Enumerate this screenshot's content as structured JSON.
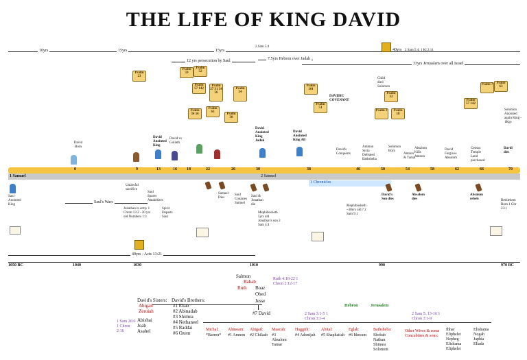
{
  "title": "THE LIFE OF KING DAVID",
  "top_spans": {
    "span1": "10yrs",
    "span2": "15yrs",
    "span3": "15yrs",
    "persecution": "12 yrs persecution by Saul",
    "hebron": "7.5yrs Hebron over Judah",
    "samuel_ref": "2 Sam 5:4",
    "forty": "40yrs",
    "forty_ref": "2 Sam 5:4; 1 Ki 2:11",
    "jerusalem": "33yrs Jerusalem over all Israel"
  },
  "psalms": [
    "Psalm 23",
    "Psalm 59",
    "Psalm 52",
    "Psalm 57 142",
    "Psalm 27 31 34 56",
    "Psalm 54",
    "Psalm 34 56",
    "Psalm 63",
    "Psalm 30",
    "Psalm 101",
    "Psalm 51",
    "Psalm 32",
    "Psalm 3",
    "Psalm 18",
    "Psalm 7",
    "Psalm 63"
  ],
  "ages": [
    "0",
    "9",
    "13",
    "16",
    "18",
    "22",
    "26",
    "30",
    "38",
    "46",
    "50",
    "54",
    "58",
    "62",
    "66",
    "70"
  ],
  "events": {
    "born": "David Born",
    "anointed": "David Anointed King",
    "goliath": "David vs Goliath",
    "judah": "David Anointed King Judah",
    "all_israel": "David Anointed King All",
    "covenant": "DAVIDIC COVENANT",
    "conquests": "David's Conquests",
    "bathsheba": "Ammon Syria Defeated Bathsheba",
    "solomon_born": "Solomon Born",
    "amnon": "Amnon & Tamar",
    "absalom_kills": "Absalom Kills Amnon",
    "absalom_dies": "Absalom dies",
    "forgives": "David Forgives Absalom",
    "temple_land": "Census Temple Land purchased",
    "david_dies": "David dies",
    "solomon_anointed": "Solomon Anointed again King - 1Kgs",
    "child_dies": "Child died Solomon",
    "saul_dies": "Saul & Jonathan die",
    "saul_anointed": "Saul Anointed King",
    "saul_wars": "Saul's Wars",
    "jonathan": "Jonathan in army 1 Chron 13:2 - 20 yrs old Numbers 1:3",
    "amalekites": "Saul Spares Amalekites",
    "unlawful": "Unlawful sacrifice",
    "spirit": "Spirit Departs Saul",
    "samuel_dies": "Samuel Dies",
    "conjures": "Saul Conjures Samuel",
    "mephibosheth": "Mephibosheth 5yrs old Jonathan's son 2 Sam 4:4",
    "mephibosheth2": "Mephibosheth ~30yrs old ? 2 Sam 9:1",
    "sons_die": "David's Son dies",
    "absalom_rebel": "Absalom rebels",
    "bethlehem": "Bethlehem Born 1 Chr 23:1",
    "first_samuel": "1 Samuel",
    "second_samuel": "2 Samuel",
    "chronicles": "1 Chronicles",
    "forty_bottom": "40yrs - Acts 13:21"
  },
  "bc": [
    "1050 BC",
    "1040",
    "1030",
    "1010",
    "990",
    "970 BC"
  ],
  "genealogy": {
    "salmon": "Salmon",
    "rahab": "Rahab",
    "ruth": "Ruth",
    "boaz": "Boaz",
    "obed": "Obed",
    "jesse": "Jesse",
    "ruth_ref": "Ruth 4:18-22 1 Chron 2:12-17",
    "sisters_label": "David's Sisters:",
    "sisters": [
      "Abigail",
      "Zeruiah"
    ],
    "brothers_label": "David's Brothers:",
    "brothers": [
      "#1 Eliab",
      "#2 Abinadab",
      "#3 Shimea",
      "#4 Nethaneel",
      "#5 Raddai",
      "#6 Ozem"
    ],
    "david": "#7 David",
    "sam_ref": "1 Sam 26:6 1 Chron 2:16",
    "nephews": [
      "Abishai",
      "Joab",
      "Asahel"
    ],
    "hebron": "Hebron",
    "jerusalem": "Jerusalem",
    "hebron_ref": "2 Sam 3:1-5 1 Chron 3:1-4",
    "jerusalem_ref": "2 Sam 5: 13-16 1 Chron 3:1-9",
    "wives": [
      {
        "name": "Michal:",
        "child": "*Barren*"
      },
      {
        "name": "Ahinoam:",
        "child": "#1 Amnon"
      },
      {
        "name": "Abigail:",
        "child": "#2 Chilaab"
      },
      {
        "name": "Maacah:",
        "child": "#3 Absalom Tamar"
      },
      {
        "name": "Haggith:",
        "child": "#4 Adonijah"
      },
      {
        "name": "Abital:",
        "child": "#5 Shaphatiah"
      },
      {
        "name": "Eglah:",
        "child": "#6 Ithream"
      }
    ],
    "bathsheba": "Bathsheba:",
    "bathsheba_sons": [
      "Shobab",
      "Nathan",
      "Shimea",
      "Solomon"
    ],
    "other": "Other Wives & some Concubines & sons:",
    "other_sons_a": [
      "Ibhar",
      "Eliphelet",
      "Nepheg",
      "Elishama",
      "Eliphelet"
    ],
    "other_sons_b": [
      "Elishama",
      "Nogah",
      "Japhia",
      "Eliada"
    ]
  },
  "colors": {
    "axis": "#f5c542",
    "axis2": "#c9c9c9",
    "red": "#c00000",
    "purple": "#7b3fb5",
    "green": "#1a7a1a"
  }
}
